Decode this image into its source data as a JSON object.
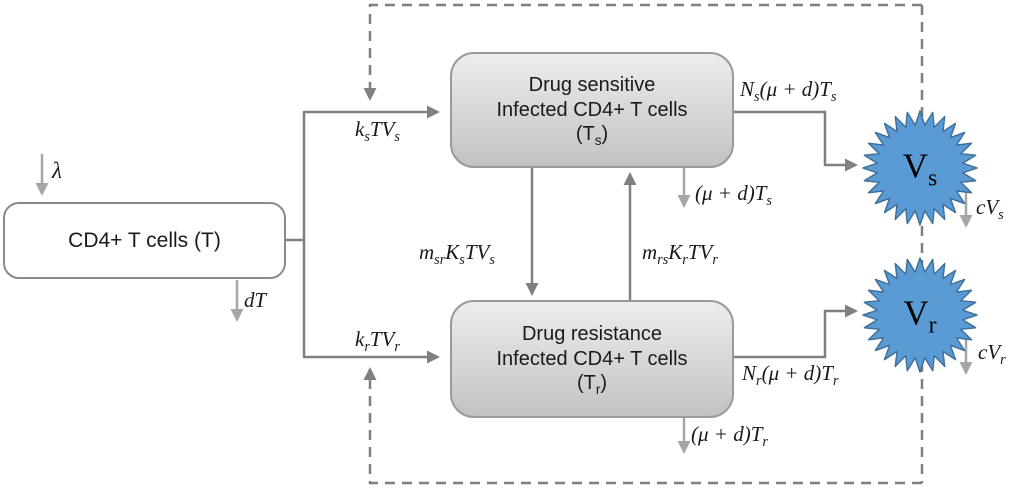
{
  "diagram": {
    "nodes": {
      "t_cells": {
        "label": "CD4+ T cells (T)"
      },
      "ts": {
        "lines": [
          "Drug sensitive",
          "Infected CD4+ T cells",
          "(T_{s})"
        ]
      },
      "tr": {
        "lines": [
          "Drug resistance",
          "Infected CD4+ T cells",
          "(T_{r})"
        ]
      },
      "vs": {
        "label": "V_{s}"
      },
      "vr": {
        "label": "V_{r}"
      }
    },
    "flows": {
      "lambda_in": "λ",
      "t_death": "dT",
      "infect_s": "k_{s}TV_{s}",
      "infect_r": "k_{r}TV_{r}",
      "mut_sr": "m_{sr}K_{s}TV_{s}",
      "mut_rs": "m_{rs}K_{r}TV_{r}",
      "death_ts": "(μ + d)T_{s}",
      "death_tr": "(μ + d)T_{r}",
      "burst_s": "N_{s}(μ + d)T_{s}",
      "burst_r": "N_{r}(μ + d)T_{r}",
      "clear_s": "cV_{s}",
      "clear_r": "cV_{r}"
    },
    "colors": {
      "flow_gray": "#808080",
      "light_gray": "#a6a6a6",
      "dashed_gray": "#7f7f7f",
      "box_border": "#9a9a9a",
      "box_fill_top": "#ededed",
      "box_fill_bottom": "#c2c2c2",
      "virus_fill": "#5b9bd5",
      "virus_border": "#41719c",
      "text": "#1a1a1a"
    }
  }
}
